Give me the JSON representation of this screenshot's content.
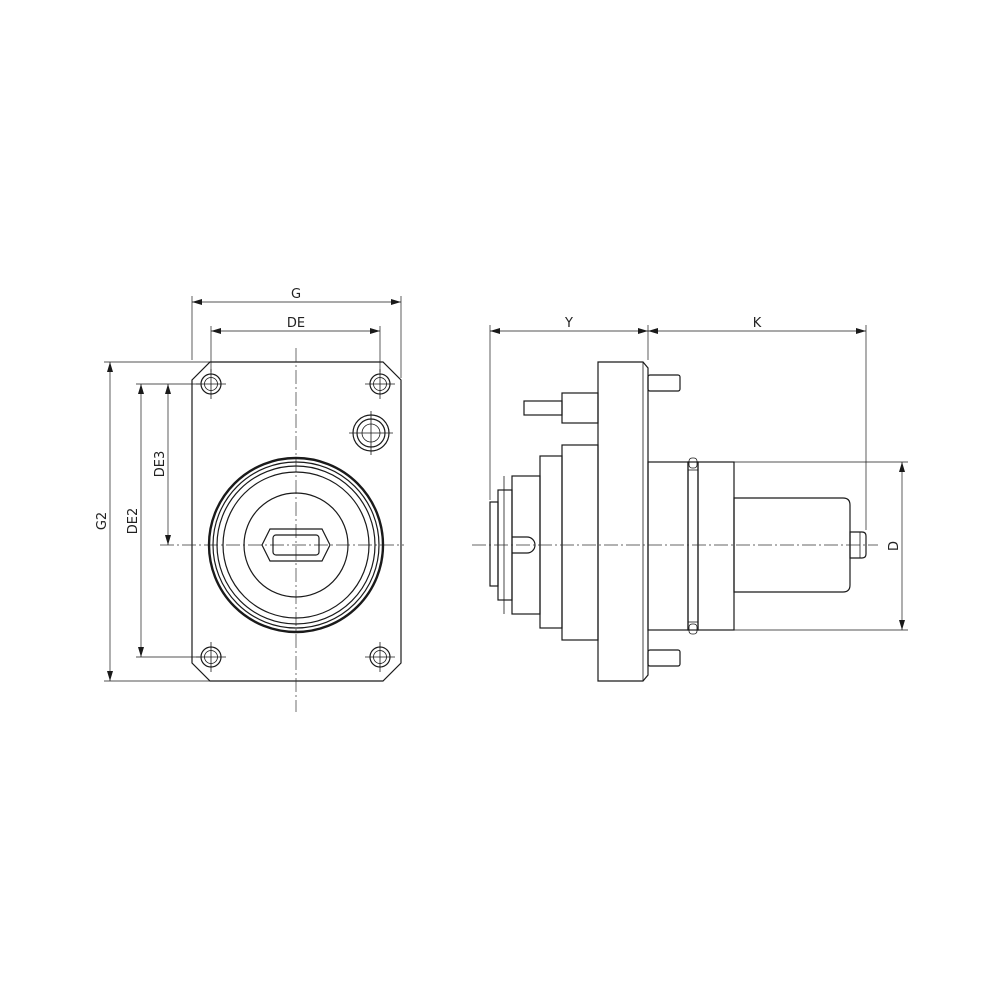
{
  "dimensions": {
    "g": "G",
    "de": "DE",
    "g2": "G2",
    "de2": "DE2",
    "de3": "DE3",
    "y": "Y",
    "k": "K",
    "d": "D"
  }
}
